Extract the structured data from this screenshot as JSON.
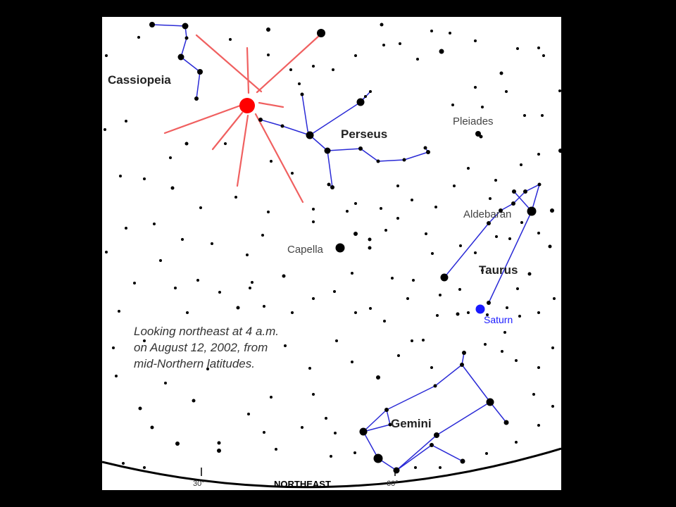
{
  "chart": {
    "labels": {
      "cassiopeia": "Cassiopeia",
      "perseus": "Perseus",
      "pleiades": "Pleiades",
      "aldebaran": "Aldebaran",
      "capella": "Capella",
      "taurus": "Taurus",
      "saturn": "Saturn",
      "gemini": "Gemini"
    },
    "caption": {
      "line1": "Looking northeast at 4 a.m.",
      "line2": "on August 12, 2002, from",
      "line3": "mid-Northern latitudes."
    },
    "horizon": {
      "direction": "NORTHEAST",
      "tick_left": "30°",
      "tick_right": "60°"
    },
    "colors": {
      "constellation_lines": "#2a2ad6",
      "radiant": "#ff0000",
      "meteor_rays": "#f06060",
      "saturn": "#1a1aff",
      "stars": "#000000",
      "sky": "#ffffff"
    }
  }
}
